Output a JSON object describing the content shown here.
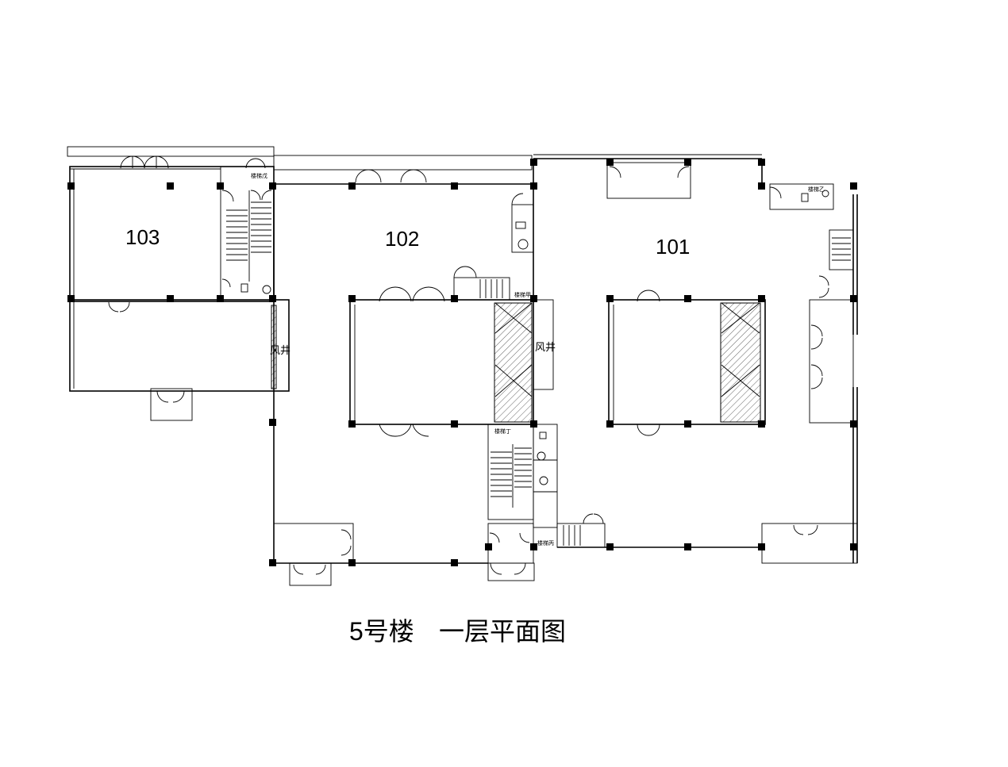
{
  "rooms": [
    {
      "id": "103",
      "label": "103"
    },
    {
      "id": "102",
      "label": "102"
    },
    {
      "id": "101",
      "label": "101"
    }
  ],
  "wind_shafts": [
    "风井",
    "风井"
  ],
  "stair_labels": {
    "stair_a": "楼梯甲",
    "stair_b": "楼梯乙",
    "stair_c": "楼梯丙",
    "stair_d": "楼梯丁",
    "stair_e": "楼梯戊"
  },
  "caption": {
    "building": "5号楼",
    "floor": "一层平面图"
  }
}
